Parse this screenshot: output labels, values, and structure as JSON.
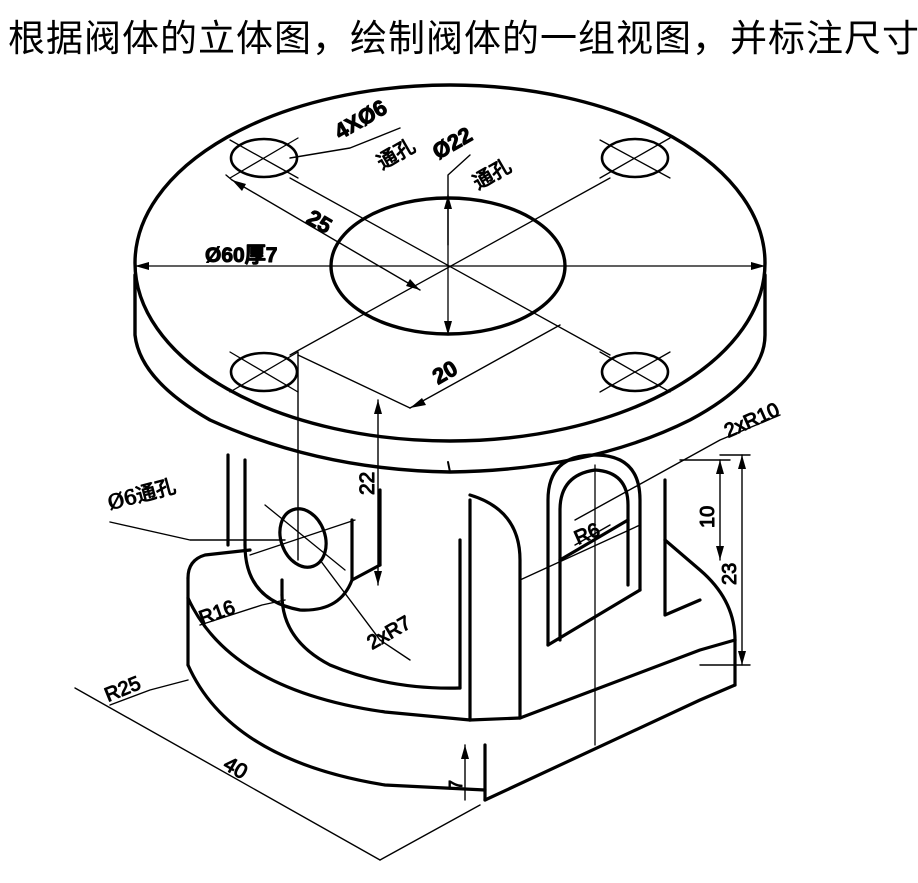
{
  "instruction": "根据阀体的立体图，绘制阀体的一组视图，并标注尺寸。",
  "dimensions": {
    "holes_4": "4XØ6",
    "through_hole_a": "通孔",
    "bore": "Ø22",
    "through_hole_b": "通孔",
    "flange_diameter": "Ø60厚7",
    "hole_spacing_x": "25",
    "hole_spacing_y": "20",
    "height_22": "22",
    "side_hole": "Ø6通孔",
    "radius_16": "R16",
    "radius_7": "2xR7",
    "radius_25": "R25",
    "length_40": "40",
    "base_thickness": "7",
    "radius_10": "2xR10",
    "radius_6": "R6",
    "height_10": "10",
    "height_23": "23"
  }
}
